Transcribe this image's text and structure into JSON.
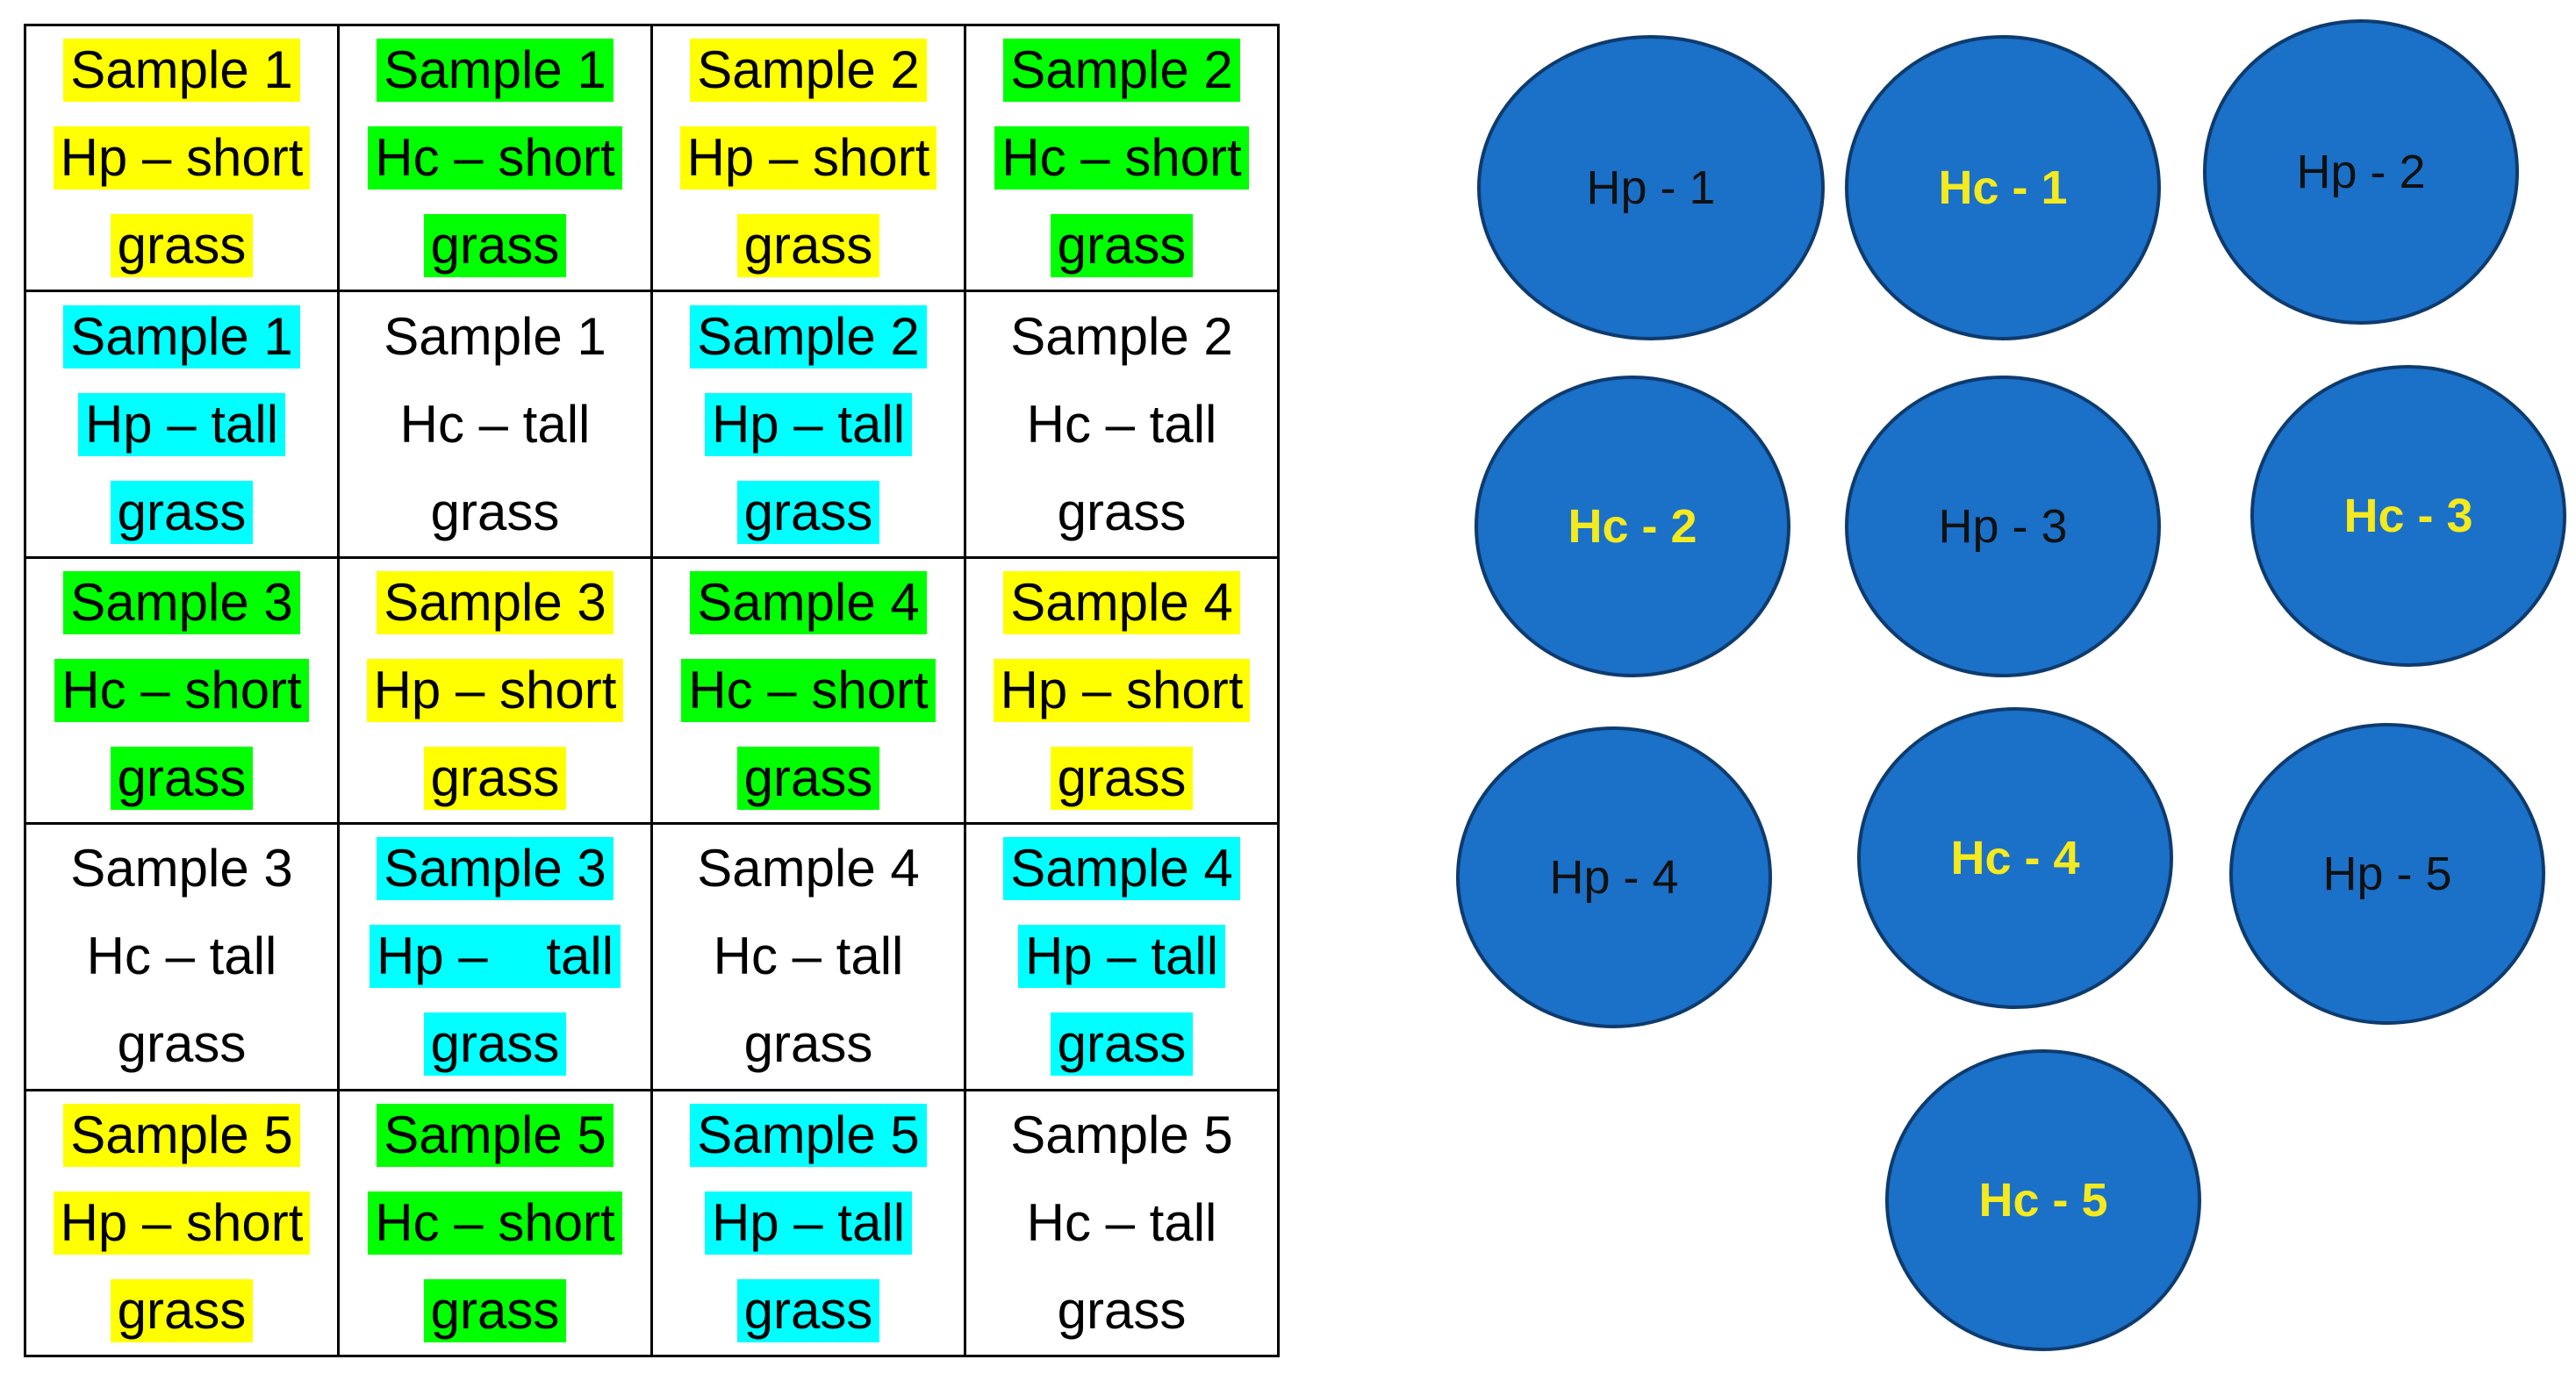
{
  "colors": {
    "short_highlight_hp": "#ffff00",
    "short_highlight_hc": "#00ff00",
    "tall_highlight_hp": "#00ffff",
    "tall_highlight_hc": "none",
    "circle_fill": "#1b70c8",
    "circle_stroke": "#0e3b6e",
    "hp_label_color": "#111111",
    "hc_label_color": "#f5ea1e"
  },
  "table": {
    "rows": [
      [
        {
          "lines": [
            "Sample 1",
            "Hp – short",
            "grass"
          ],
          "highlight": "#ffff00"
        },
        {
          "lines": [
            "Sample 1",
            "Hc – short",
            "grass"
          ],
          "highlight": "#00ff00"
        },
        {
          "lines": [
            "Sample 2",
            "Hp – short",
            "grass"
          ],
          "highlight": "#ffff00"
        },
        {
          "lines": [
            "Sample 2",
            "Hc – short",
            "grass"
          ],
          "highlight": "#00ff00"
        }
      ],
      [
        {
          "lines": [
            "Sample 1",
            "Hp – tall",
            "grass"
          ],
          "highlight": "#00ffff"
        },
        {
          "lines": [
            "Sample 1",
            "Hc – tall",
            "grass"
          ],
          "highlight": "none"
        },
        {
          "lines": [
            "Sample 2",
            "Hp – tall",
            "grass"
          ],
          "highlight": "#00ffff"
        },
        {
          "lines": [
            "Sample 2",
            "Hc – tall",
            "grass"
          ],
          "highlight": "none"
        }
      ],
      [
        {
          "lines": [
            "Sample 3",
            "Hc – short",
            "grass"
          ],
          "highlight": "#00ff00"
        },
        {
          "lines": [
            "Sample 3",
            "Hp – short",
            "grass"
          ],
          "highlight": "#ffff00"
        },
        {
          "lines": [
            "Sample 4",
            "Hc – short",
            "grass"
          ],
          "highlight": "#00ff00"
        },
        {
          "lines": [
            "Sample 4",
            "Hp – short",
            "grass"
          ],
          "highlight": "#ffff00"
        }
      ],
      [
        {
          "lines": [
            "Sample 3",
            "Hc – tall",
            "grass"
          ],
          "highlight": "none"
        },
        {
          "lines": [
            "Sample 3",
            "Hp –    tall",
            "grass"
          ],
          "highlight": "#00ffff"
        },
        {
          "lines": [
            "Sample 4",
            "Hc – tall",
            "grass"
          ],
          "highlight": "none"
        },
        {
          "lines": [
            "Sample 4",
            "Hp – tall",
            "grass"
          ],
          "highlight": "#00ffff"
        }
      ],
      [
        {
          "lines": [
            "Sample 5",
            "Hp – short",
            "grass"
          ],
          "highlight": "#ffff00"
        },
        {
          "lines": [
            "Sample 5",
            "Hc – short",
            "grass"
          ],
          "highlight": "#00ff00"
        },
        {
          "lines": [
            "Sample 5",
            "Hp – tall",
            "grass"
          ],
          "highlight": "#00ffff"
        },
        {
          "lines": [
            "Sample 5",
            "Hc – tall",
            "grass"
          ],
          "highlight": "none"
        }
      ]
    ]
  },
  "circles": [
    {
      "label": "Hp - 1",
      "kind": "hp"
    },
    {
      "label": "Hc - 1",
      "kind": "hc"
    },
    {
      "label": "Hp - 2",
      "kind": "hp"
    },
    {
      "label": "Hc - 2",
      "kind": "hc"
    },
    {
      "label": "Hp - 3",
      "kind": "hp"
    },
    {
      "label": "Hc - 3",
      "kind": "hc"
    },
    {
      "label": "Hp - 4",
      "kind": "hp"
    },
    {
      "label": "Hc - 4",
      "kind": "hc"
    },
    {
      "label": "Hp - 5",
      "kind": "hp"
    },
    {
      "label": "Hc - 5",
      "kind": "hc"
    }
  ]
}
